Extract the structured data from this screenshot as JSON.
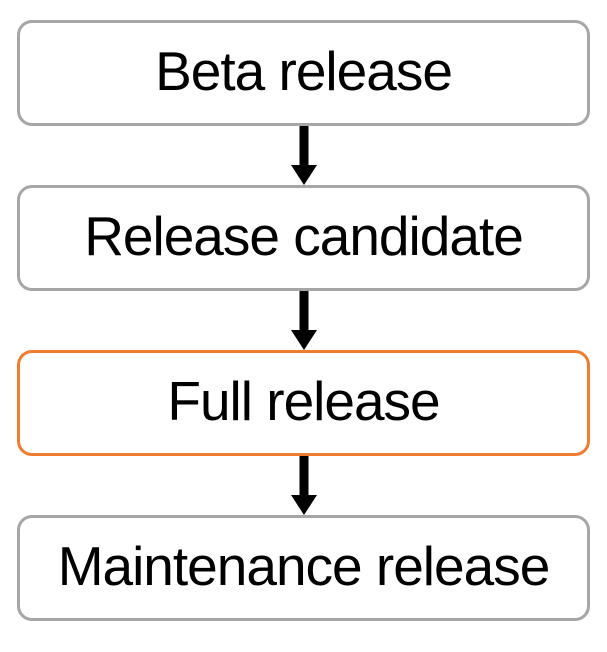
{
  "diagram": {
    "type": "flowchart",
    "direction": "top-to-bottom",
    "nodes": [
      {
        "label": "Beta release",
        "highlighted": false
      },
      {
        "label": "Release candidate",
        "highlighted": false
      },
      {
        "label": "Full release",
        "highlighted": true
      },
      {
        "label": "Maintenance release",
        "highlighted": false
      }
    ],
    "edges": [
      {
        "from": "Beta release",
        "to": "Release candidate",
        "style": "arrow-down"
      },
      {
        "from": "Release candidate",
        "to": "Full release",
        "style": "arrow-down"
      },
      {
        "from": "Full release",
        "to": "Maintenance release",
        "style": "arrow-down"
      }
    ],
    "colors": {
      "node_border_default": "#A6A6A6",
      "node_border_highlight": "#ED7D31",
      "arrow": "#000000",
      "text": "#000000",
      "background": "#FFFFFF"
    }
  }
}
